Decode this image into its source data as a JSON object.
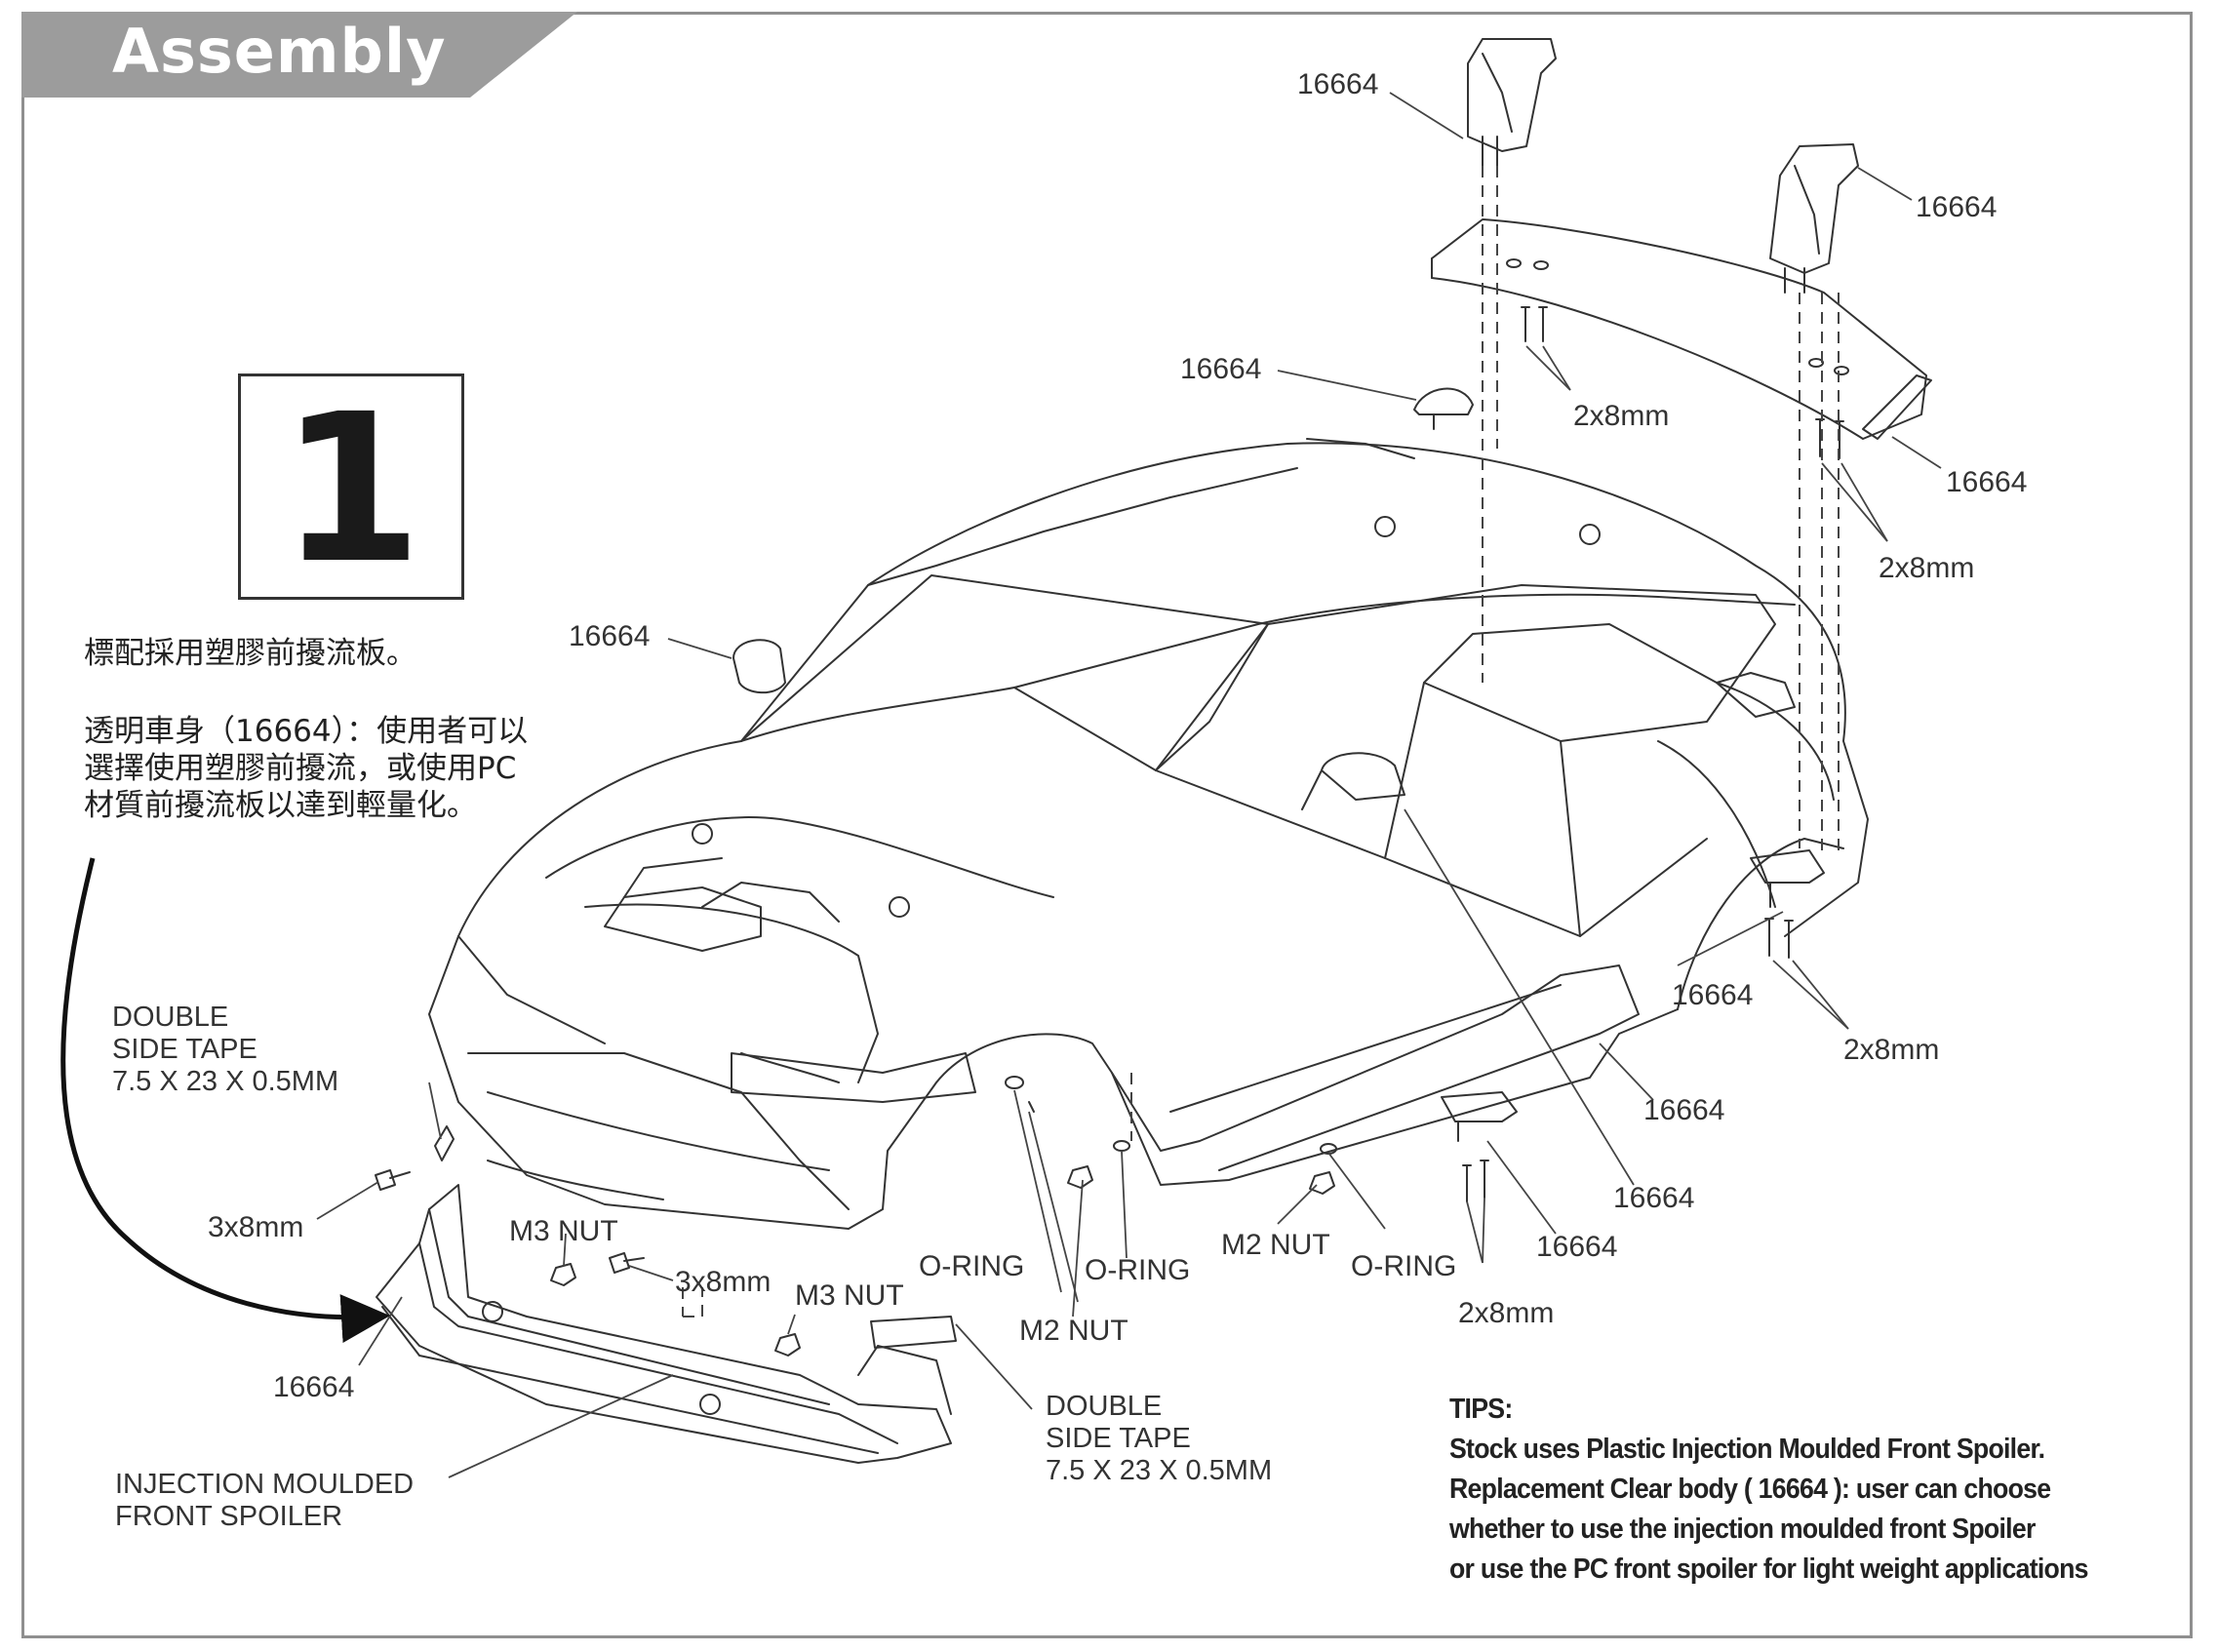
{
  "header": {
    "title": "Assembly"
  },
  "step": {
    "number": "1"
  },
  "notes": {
    "zh_line1": "標配採用塑膠前擾流板。",
    "zh_line2": "透明車身（16664）：使用者可以",
    "zh_line3": "選擇使用塑膠前擾流，或使用PC",
    "zh_line4": "材質前擾流板以達到輕量化。"
  },
  "labels": {
    "p_wing_mount_left": "16664",
    "p_wing_mount_right": "16664",
    "p_antenna": "16664",
    "p_mirror": "16664",
    "p_wing_end": "16664",
    "p_rear_mount": "16664",
    "p_side_skirt_1": "16664",
    "p_side_skirt_2": "16664",
    "p_side_mount": "16664",
    "p_front_spoiler": "16664",
    "screw_wing_1": "2x8mm",
    "screw_wing_2": "2x8mm",
    "screw_rear": "2x8mm",
    "screw_side": "2x8mm",
    "screw_front_1": "3x8mm",
    "screw_front_2": "3x8mm",
    "m3_nut_1": "M3 NUT",
    "m3_nut_2": "M3 NUT",
    "m2_nut_1": "M2 NUT",
    "m2_nut_2": "M2 NUT",
    "oring_1": "O-RING",
    "oring_2": "O-RING",
    "oring_3": "O-RING",
    "tape_left_1": "DOUBLE",
    "tape_left_2": "SIDE TAPE",
    "tape_left_3": "7.5 X 23 X 0.5MM",
    "tape_bottom_1": "DOUBLE",
    "tape_bottom_2": "SIDE TAPE",
    "tape_bottom_3": "7.5 X 23 X 0.5MM",
    "spoiler_1": "INJECTION MOULDED",
    "spoiler_2": "FRONT SPOILER"
  },
  "tips": {
    "heading": "TIPS:",
    "line1": "Stock uses Plastic Injection Moulded Front Spoiler.",
    "line2": "Replacement Clear body ( 16664 ):  user can choose",
    "line3": "whether to use the injection moulded front Spoiler",
    "line4": "or use the PC front spoiler for light weight applications"
  },
  "colors": {
    "banner": "#9c9c9c",
    "line": "#333333",
    "frame": "#8f8f8f"
  }
}
